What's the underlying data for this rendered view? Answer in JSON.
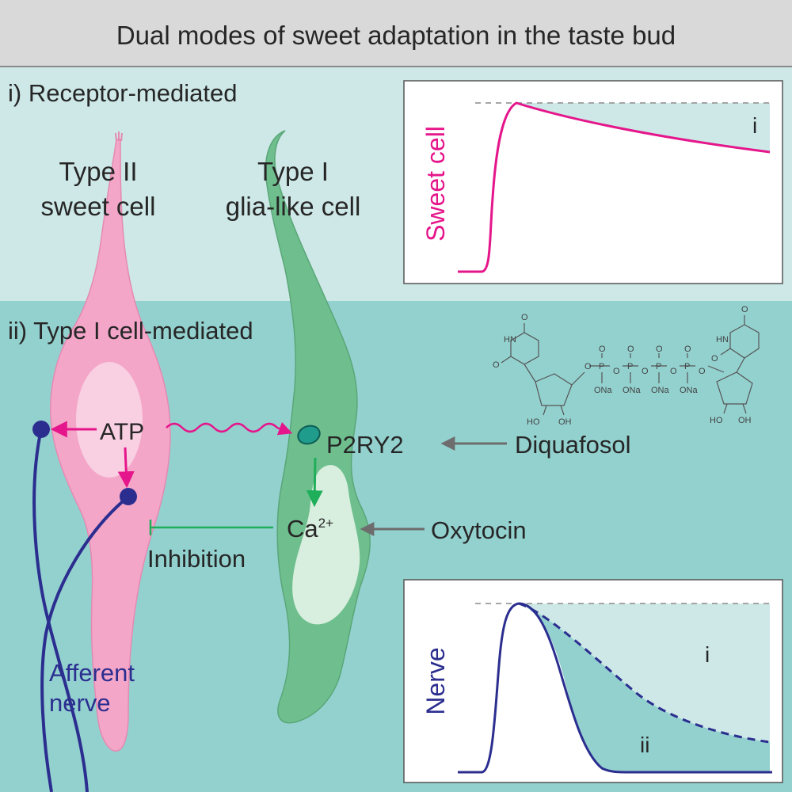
{
  "title": "Dual modes of sweet adaptation in the taste bud",
  "sections": {
    "receptor": "i) Receptor-mediated",
    "type1": "ii) Type I cell-mediated"
  },
  "cells": {
    "type2_line1": "Type II",
    "type2_line2": "sweet cell",
    "type1_line1": "Type I",
    "type1_line2": "glia-like cell"
  },
  "labels": {
    "atp": "ATP",
    "p2ry2": "P2RY2",
    "diquafosol": "Diquafosol",
    "ca_base": "Ca",
    "ca_sup": "2+",
    "oxytocin": "Oxytocin",
    "inhibition": "Inhibition",
    "afferent_line1": "Afferent",
    "afferent_line2": "nerve"
  },
  "plots": {
    "sweet": {
      "ylabel": "Sweet cell",
      "region_label": "i"
    },
    "nerve": {
      "ylabel": "Nerve",
      "region_i": "i",
      "region_ii": "ii"
    }
  },
  "structure_labels": {
    "o": "O",
    "hn": "HN",
    "ho": "HO",
    "oh": "OH",
    "p": "P",
    "ona": "ONa"
  },
  "colors": {
    "title_bg": "#d9d9d9",
    "top_bg": "#cde8e7",
    "bottom_bg": "#93d1cf",
    "sweet_cell": "#f4a6c9",
    "sweet_nucleus": "#f9cfe2",
    "glia_cell": "#6fbf8e",
    "glia_vacuole": "#d8eede",
    "nerve": "#2b2e8f",
    "magenta": "#e5168b",
    "green_arrow": "#1fae5a",
    "gray_arrow": "#6d6d6d",
    "receptor": "#1f9c8c"
  }
}
